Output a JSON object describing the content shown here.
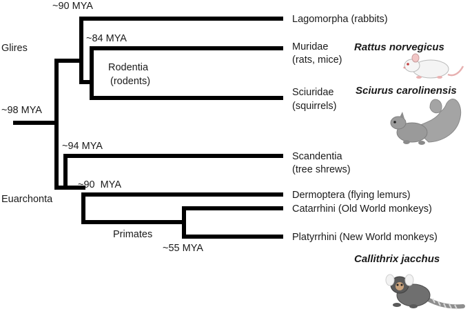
{
  "divergences": {
    "root": "~98 MYA",
    "glires": "~90 MYA",
    "rodentia": "~84 MYA",
    "euarchonta": "~94 MYA",
    "primatomorpha": "~90  MYA",
    "primates": "~55 MYA"
  },
  "clades": {
    "glires": "Glires",
    "rodentia_line1": "Rodentia",
    "rodentia_line2": "(rodents)",
    "euarchonta": "Euarchonta",
    "primates": "Primates"
  },
  "taxa": {
    "lagomorpha": "Lagomorpha (rabbits)",
    "muridae_line1": "Muridae",
    "muridae_line2": "(rats, mice)",
    "sciuridae_line1": "Sciuridae",
    "sciuridae_line2": "(squirrels)",
    "scandentia_line1": "Scandentia",
    "scandentia_line2": "(tree shrews)",
    "dermoptera": "Dermoptera (flying lemurs)",
    "catarrhini": "Catarrhini (Old World monkeys)",
    "platyrrhini": "Platyrrhini (New World monkeys)"
  },
  "species": {
    "rat": "Rattus norvegicus",
    "squirrel": "Sciurus carolinensis",
    "marmoset": "Callithrix jacchus"
  },
  "icons": [
    "rat-illustration",
    "squirrel-illustration",
    "marmoset-illustration"
  ]
}
